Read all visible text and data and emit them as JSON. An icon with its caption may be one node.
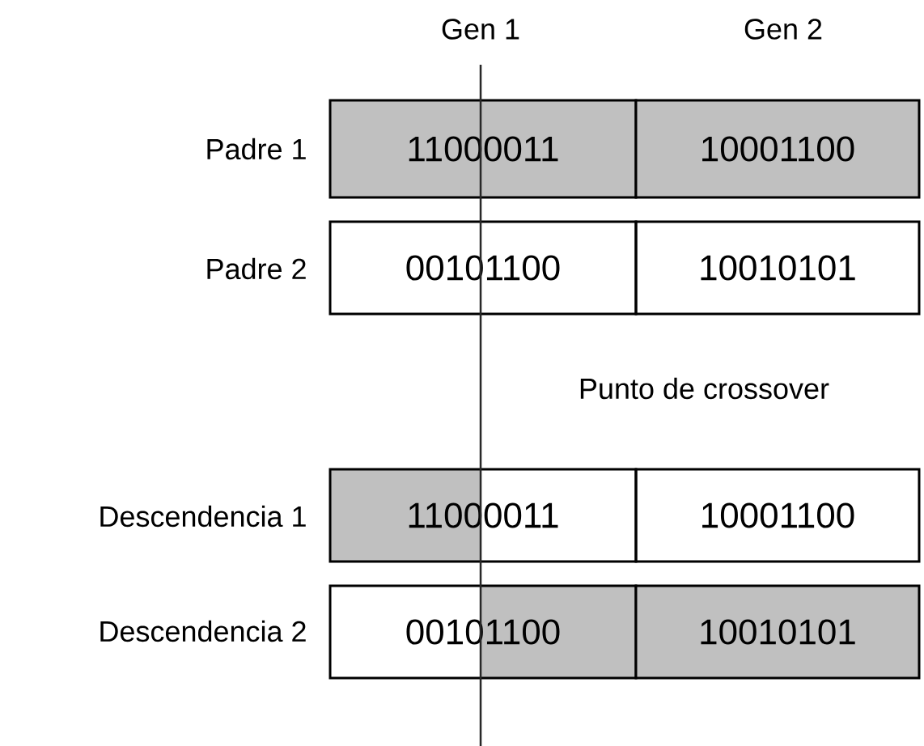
{
  "diagram": {
    "nodes": [
      {
        "text": [
          "11000011"
        ]
      },
      {
        "text": [
          "10001100"
        ]
      },
      {
        "text": [
          "00101100"
        ]
      },
      {
        "text": [
          "10010101"
        ]
      },
      {
        "text": [
          "11000011"
        ]
      },
      {
        "text": [
          "10001100"
        ]
      },
      {
        "text": [
          "00101100"
        ]
      },
      {
        "text": [
          "10010101"
        ]
      }
    ],
    "labels": [
      "Gen 1",
      "Gen 2",
      "Padre 1",
      "Padre 2",
      "Punto de crossover",
      "Descendencia 1",
      "Descendencia 2"
    ]
  }
}
